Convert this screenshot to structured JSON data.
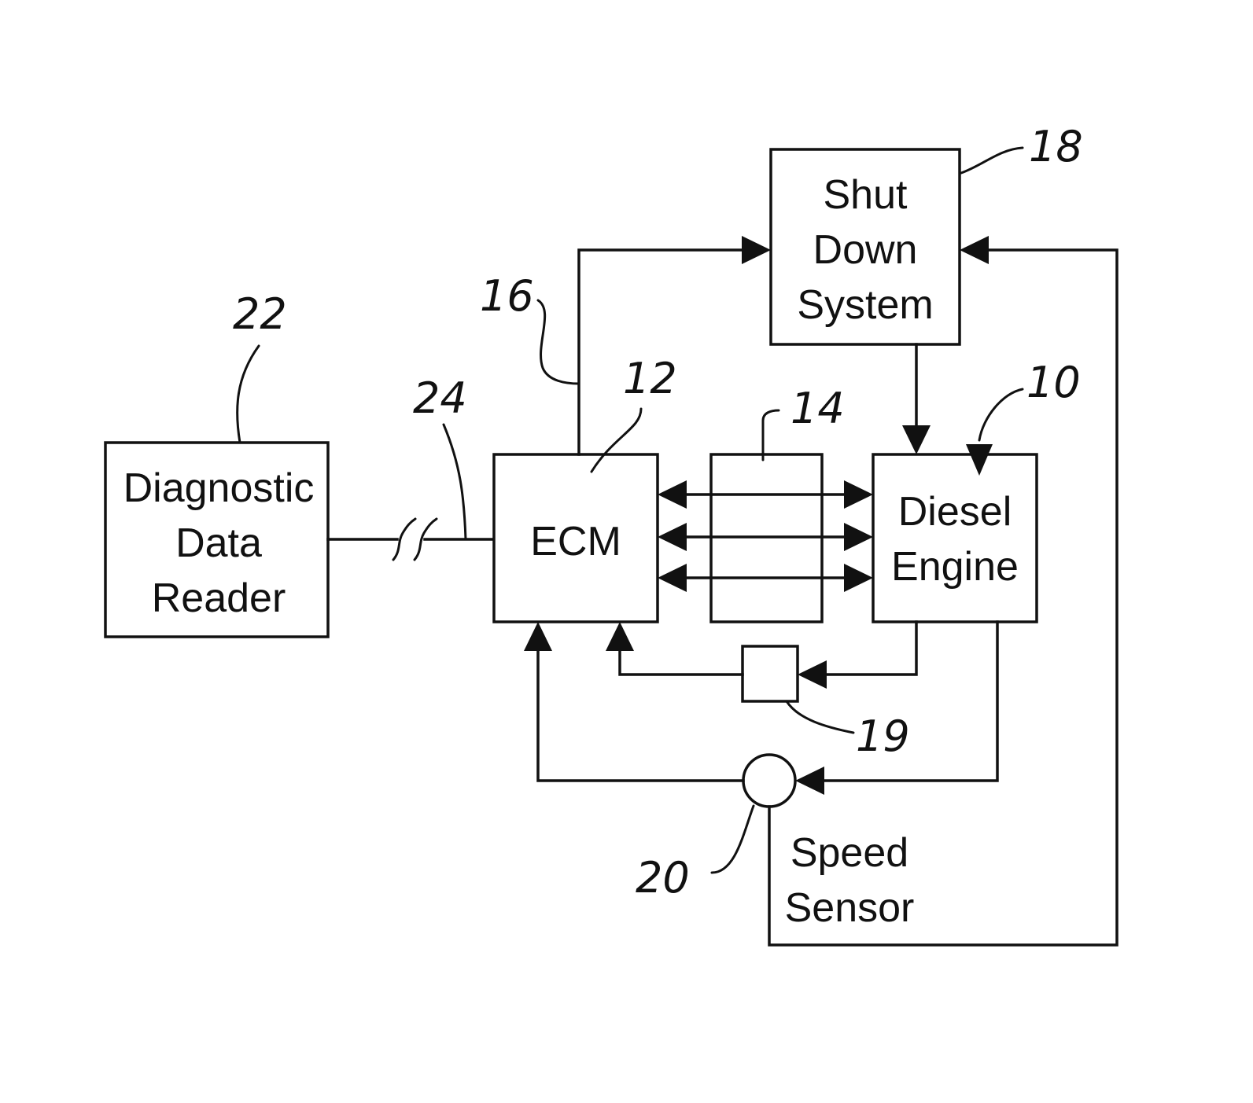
{
  "blocks": {
    "diagnostic_reader": {
      "lines": [
        "Diagnostic",
        "Data",
        "Reader"
      ],
      "ref": "22"
    },
    "ecm": {
      "lines": [
        "ECM"
      ],
      "ref": "12"
    },
    "bus": {
      "ref": "14"
    },
    "diesel_engine": {
      "lines": [
        "Diesel",
        "Engine"
      ],
      "ref": "10"
    },
    "shutdown_system": {
      "lines": [
        "Shut",
        "Down",
        "System"
      ],
      "ref": "18"
    },
    "sensor_19": {
      "ref": "19"
    },
    "speed_sensor": {
      "lines": [
        "Speed",
        "Sensor"
      ],
      "ref": "20"
    }
  },
  "connections": {
    "ecm_to_shutdown": {
      "ref": "16"
    },
    "reader_link": {
      "ref": "24"
    }
  },
  "colors": {
    "ink": "#111111",
    "paper": "#ffffff"
  }
}
